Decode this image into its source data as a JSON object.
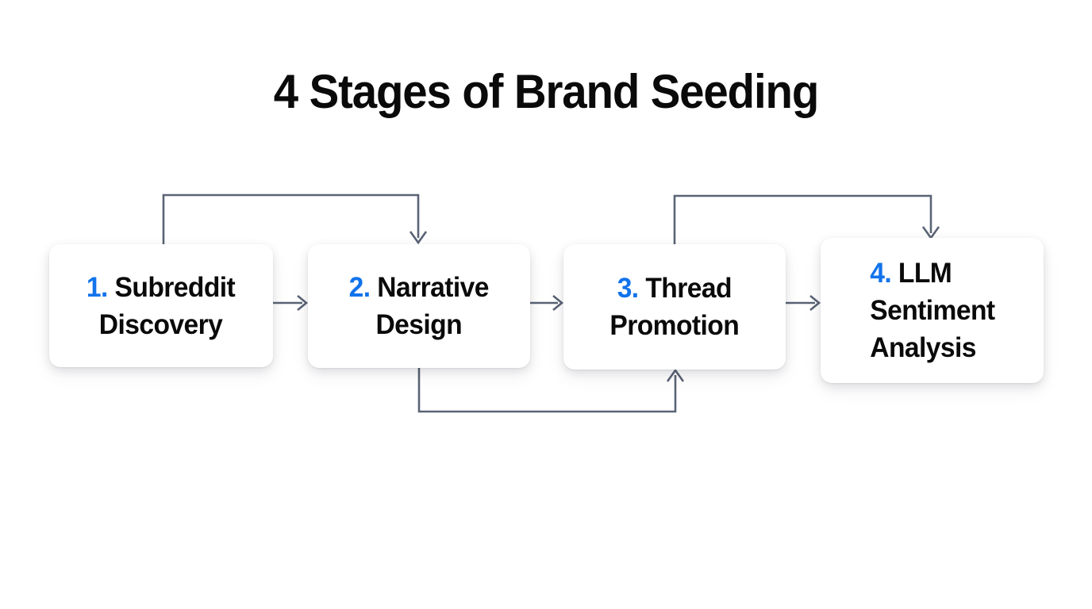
{
  "page": {
    "title": "4 Stages of Brand Seeding",
    "background_color": "#ffffff",
    "accent_color": "#1273eb",
    "text_color": "#0a0a0a",
    "connector_color": "#5a6475"
  },
  "diagram_data": {
    "type": "flowchart",
    "orientation": "horizontal",
    "node_count": 4,
    "nodes": [
      {
        "id": "stage-1",
        "number": "1.",
        "label": "Subreddit Discovery",
        "label_lines": [
          "Subreddit",
          "Discovery"
        ]
      },
      {
        "id": "stage-2",
        "number": "2.",
        "label": "Narrative Design",
        "label_lines": [
          "Narrative",
          "Design"
        ]
      },
      {
        "id": "stage-3",
        "number": "3.",
        "label": "Thread Promotion",
        "label_lines": [
          "Thread",
          "Promotion"
        ]
      },
      {
        "id": "stage-4",
        "number": "4.",
        "label": "LLM Sentiment Analysis",
        "label_lines": [
          "LLM",
          "Sentiment",
          "Analysis"
        ]
      }
    ],
    "edges": [
      {
        "id": "edge-1-2",
        "from": "stage-1",
        "to": "stage-2",
        "kind": "sequential",
        "style": "straight-right"
      },
      {
        "id": "edge-2-3",
        "from": "stage-2",
        "to": "stage-3",
        "kind": "sequential",
        "style": "straight-right"
      },
      {
        "id": "edge-3-4",
        "from": "stage-3",
        "to": "stage-4",
        "kind": "sequential",
        "style": "straight-right"
      },
      {
        "id": "edge-1-2-feedback",
        "from": "stage-1",
        "to": "stage-2",
        "kind": "loop",
        "style": "over-top"
      },
      {
        "id": "edge-2-3-feedback",
        "from": "stage-2",
        "to": "stage-3",
        "kind": "loop",
        "style": "under-bottom"
      },
      {
        "id": "edge-3-4-feedback",
        "from": "stage-3",
        "to": "stage-4",
        "kind": "loop",
        "style": "over-top"
      }
    ]
  },
  "cards": {
    "c1": {
      "number": "1.",
      "line1": "Subreddit",
      "line2": "Discovery"
    },
    "c2": {
      "number": "2.",
      "line1": "Narrative",
      "line2": "Design"
    },
    "c3": {
      "number": "3.",
      "line1": "Thread",
      "line2": "Promotion"
    },
    "c4": {
      "number": "4.",
      "line1": "LLM",
      "line2": "Sentiment",
      "line3": "Analysis"
    }
  }
}
